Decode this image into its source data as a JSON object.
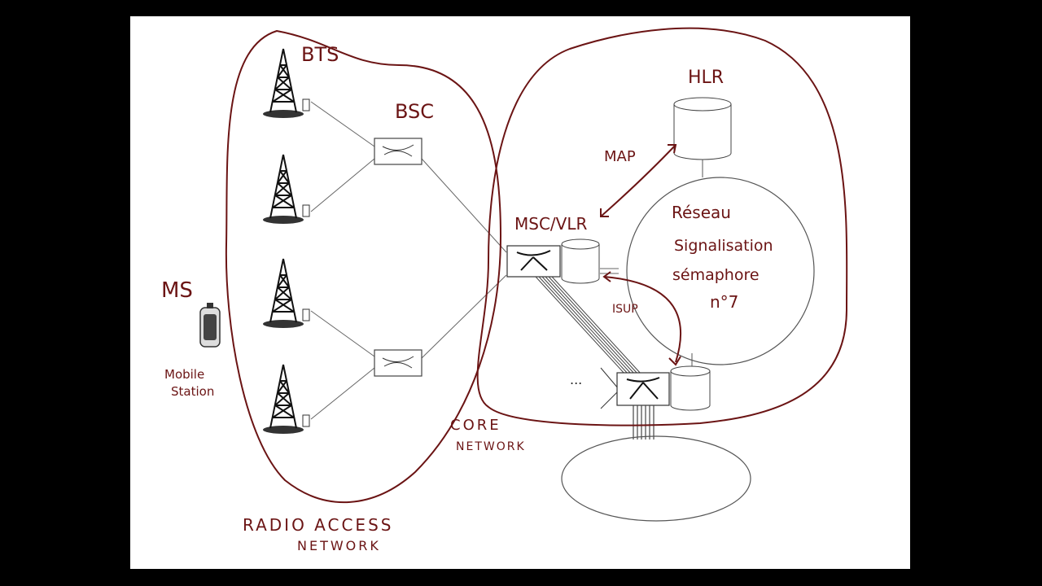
{
  "labels": {
    "bts": "BTS",
    "bsc": "BSC",
    "ms": "MS",
    "mobile_station_line1": "Mobile",
    "mobile_station_line2": "Station",
    "radio_access_line1": "RADIO ACCESS",
    "radio_access_line2": "NETWORK",
    "core_line1": "CORE",
    "core_line2": "NETWORK",
    "hlr": "HLR",
    "map": "MAP",
    "msc_vlr": "MSC/VLR",
    "reseau_line1": "Réseau",
    "reseau_line2": "Signalisation",
    "reseau_line3": "sémaphore",
    "reseau_line4": "n°7",
    "isup": "ISUP",
    "ellipsis": "..."
  },
  "colors": {
    "annotation": "#6b1414",
    "line": "#555555",
    "background": "#ffffff",
    "frame": "#000000"
  }
}
